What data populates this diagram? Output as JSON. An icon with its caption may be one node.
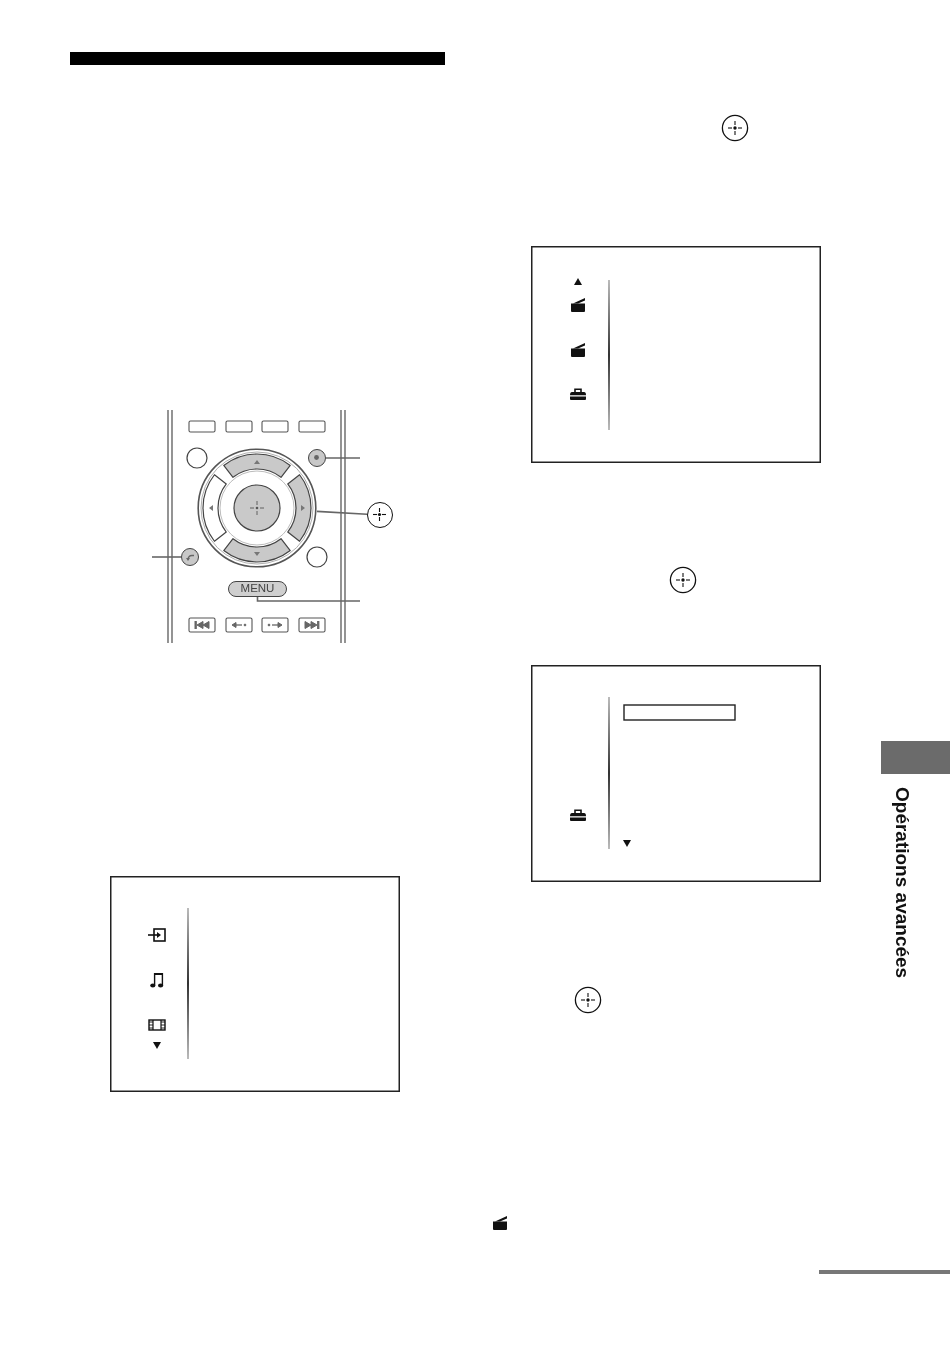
{
  "diagram": {
    "nodes": [
      {
        "text": [],
        "shape": "circle"
      },
      {
        "text": [],
        "shape": "circle"
      },
      {
        "text": [],
        "shape": "circle"
      },
      {
        "text": [],
        "shape": "circle"
      },
      {
        "text": [
          "MENU"
        ]
      }
    ],
    "edges": [
      {
        "from": null,
        "to": 0,
        "arrow": "none"
      },
      {
        "from": 2,
        "to": 1,
        "arrow": "none"
      },
      {
        "from": null,
        "to": 3,
        "arrow": "none"
      },
      {
        "from": null,
        "to": 4,
        "arrow": "none"
      }
    ],
    "labels": [
      "Opérations avancées"
    ]
  }
}
